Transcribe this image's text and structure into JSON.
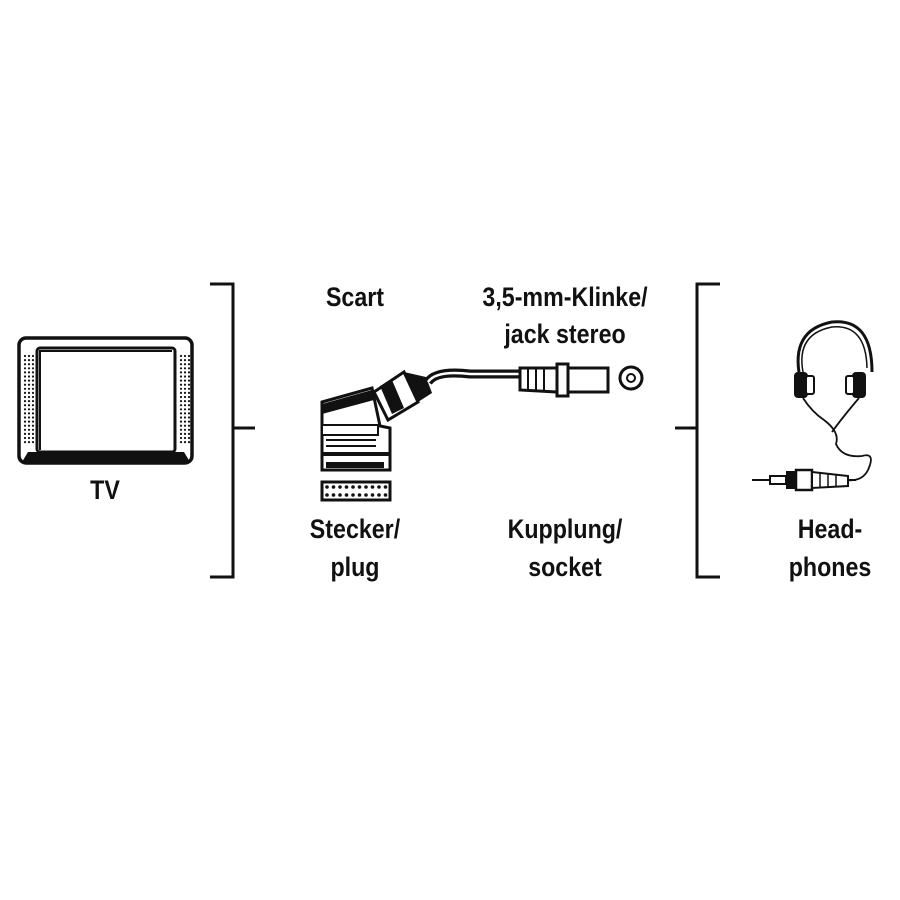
{
  "colors": {
    "ink": "#111111",
    "background": "#ffffff"
  },
  "labels": {
    "tv": "TV",
    "scart": "Scart",
    "jack_line1": "3,5-mm-Klinke/",
    "jack_line2": "jack stereo",
    "plug_line1": "Stecker/",
    "plug_line2": "plug",
    "socket_line1": "Kupplung/",
    "socket_line2": "socket",
    "headphones_line1": "Head-",
    "headphones_line2": "phones"
  },
  "icons": [
    "tv-icon",
    "scart-plug-icon",
    "jack-socket-icon",
    "headphones-icon",
    "bracket-icon"
  ]
}
